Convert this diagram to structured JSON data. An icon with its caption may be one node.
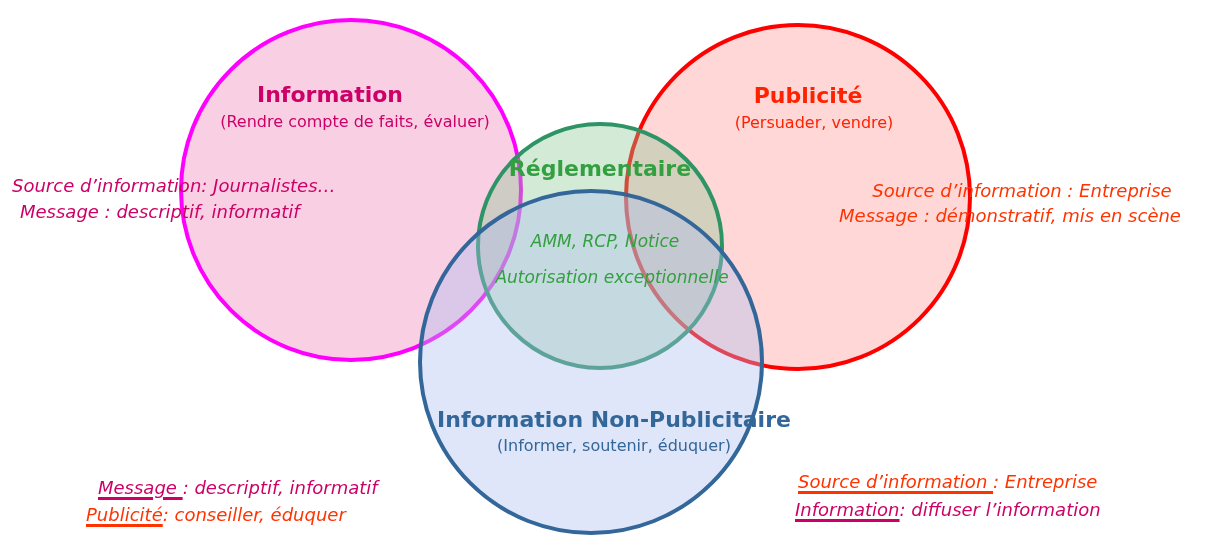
{
  "diagram": {
    "nodes": [
      {
        "text": [
          "Information",
          "(Rendre compte de faits, évaluer)"
        ]
      },
      {
        "text": [
          "Publicité",
          "(Persuader, vendre)"
        ]
      },
      {
        "text": [
          "Réglementaire",
          "AMM, RCP, Notice",
          "Autorisation exceptionnelle"
        ]
      },
      {
        "text": [
          "Information Non-Publicitaire",
          "(Informer, soutenir, éduquer)"
        ]
      }
    ],
    "edges": [],
    "labels": [
      "Source d’information: Journalistes…",
      "Message : descriptif, informatif",
      "Source d’information : Entreprise",
      "Message : démonstratif, mis en scène",
      "Message : descriptif, informatif",
      "Publicité: conseiller, éduquer",
      "Source d’information : Entreprise",
      "Information: diffuser l’information"
    ]
  }
}
